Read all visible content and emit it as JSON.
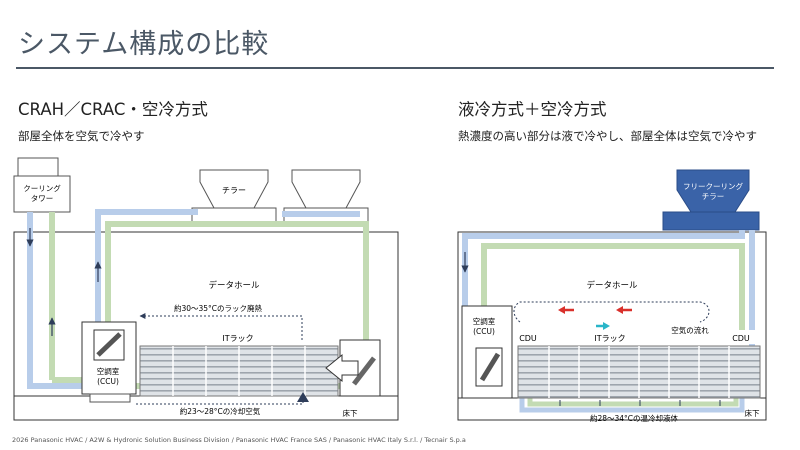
{
  "header": {
    "title": "システム構成の比較"
  },
  "left": {
    "title": "CRAH／CRAC・空冷方式",
    "subtitle": "部屋全体を空気で冷やす",
    "cooling_tower": "クーリング\nタワー",
    "chiller": "チラー",
    "data_hall": "データホール",
    "rack_exhaust": "約30〜35°Cのラック廃熱",
    "it_rack": "ITラック",
    "ccu": "空調室\n(CCU)",
    "cold_air": "約23〜28°Cの冷却空気",
    "underfloor": "床下"
  },
  "right": {
    "title": "液冷方式＋空冷方式",
    "subtitle": "熱濃度の高い部分は液で冷やし、部屋全体は空気で冷やす",
    "free_cooling_chiller": "フリークーリング\nチラー",
    "data_hall": "データホール",
    "ccu": "空調室\n(CCU)",
    "cdu_left": "CDU",
    "it_rack": "ITラック",
    "air_flow": "空気の流れ",
    "cdu_right": "CDU",
    "coolant": "約28〜34°Cの温冷却液体",
    "underfloor": "床下"
  },
  "footer": {
    "text": "2026 Panasonic HVAC / A2W & Hydronic Solution Business Division / Panasonic HVAC France SAS / Panasonic HVAC Italy S.r.l. / Tecnair S.p.a"
  },
  "colors": {
    "pipe_blue": "#b8cdea",
    "pipe_green": "#c3dbb3",
    "chiller_blue": "#3a63a8",
    "arrow_red": "#d9302b",
    "arrow_cyan": "#29b5c8",
    "navy": "#2e3d5a",
    "text_gray": "#4b5866"
  }
}
